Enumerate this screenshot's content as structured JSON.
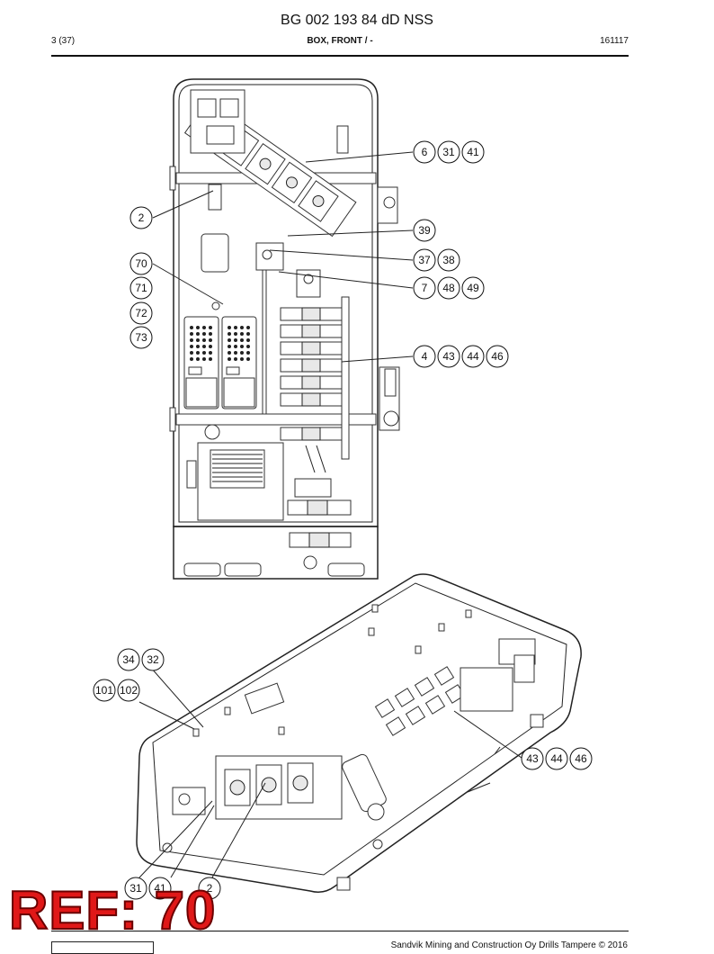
{
  "header": {
    "title": "BG 002 193 84 dD NSS",
    "page": "3 (37)",
    "subtitle": "BOX, FRONT / -",
    "code": "161117"
  },
  "footer": {
    "copyright": "Sandvik Mining and Construction Oy Drills Tampere © 2016"
  },
  "stamp": {
    "ref": "REF: 70"
  },
  "callouts": {
    "c6_31_41": [
      "6",
      "31",
      "41"
    ],
    "c2_top": [
      "2"
    ],
    "c39": [
      "39"
    ],
    "c70": [
      "70"
    ],
    "c37_38": [
      "37",
      "38"
    ],
    "c71": [
      "71"
    ],
    "c7_48_49": [
      "7",
      "48",
      "49"
    ],
    "c72": [
      "72"
    ],
    "c73": [
      "73"
    ],
    "c4_43_44_46": [
      "4",
      "43",
      "44",
      "46"
    ],
    "c34_32": [
      "34",
      "32"
    ],
    "c101_102": [
      "101",
      "102"
    ],
    "c43_44_46": [
      "43",
      "44",
      "46"
    ],
    "c31_41": [
      "31",
      "41"
    ],
    "c2_bottom": [
      "2"
    ]
  }
}
